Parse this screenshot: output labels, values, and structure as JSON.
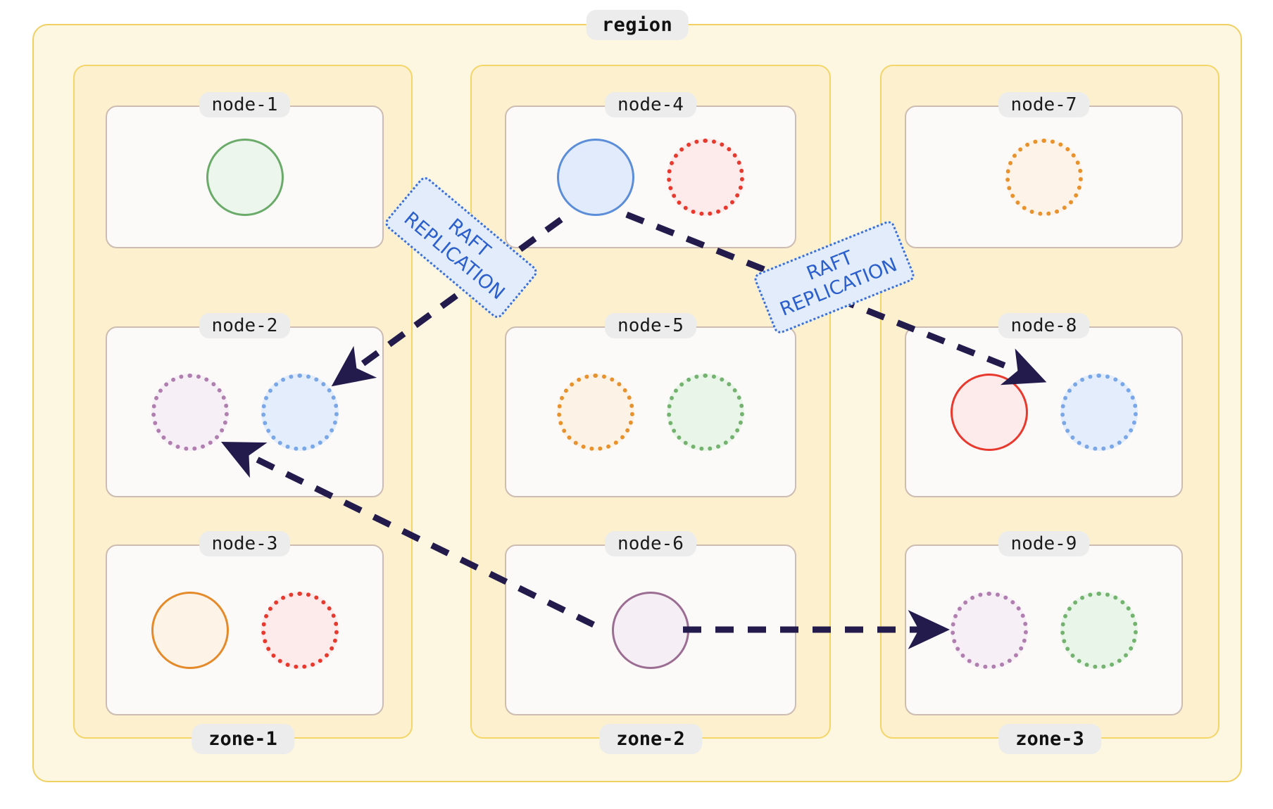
{
  "diagram": {
    "type": "topology",
    "region": {
      "label": "region",
      "fill": "#fdf6e0",
      "border": "#f0cf63"
    },
    "zone_fill": "#fcf0cf",
    "zone_border": "#f4d568",
    "node_fill": "#fbfaf9",
    "node_border": "#cdbcb2",
    "pill_fill": "#ececec",
    "edge_color": "#231b4b",
    "zones": [
      {
        "label": "zone-1",
        "nodes": [
          {
            "label": "node-1",
            "shards": [
              {
                "color": "#6aab6a",
                "fill": "#edf6ed",
                "style": "solid"
              }
            ]
          },
          {
            "label": "node-2",
            "shards": [
              {
                "color": "#b07fb0",
                "fill": "#f6eff6",
                "style": "dotted"
              },
              {
                "color": "#7aa7e8",
                "fill": "#e4edfb",
                "style": "dotted"
              }
            ]
          },
          {
            "label": "node-3",
            "shards": [
              {
                "color": "#e58a2a",
                "fill": "#fdf3e7",
                "style": "solid"
              },
              {
                "color": "#e8392e",
                "fill": "#fdeaea",
                "style": "dotted"
              }
            ]
          }
        ]
      },
      {
        "label": "zone-2",
        "nodes": [
          {
            "label": "node-4",
            "shards": [
              {
                "color": "#5b8dd9",
                "fill": "#e2ebfb",
                "style": "solid"
              },
              {
                "color": "#e8392e",
                "fill": "#fdeaea",
                "style": "dotted"
              }
            ]
          },
          {
            "label": "node-5",
            "shards": [
              {
                "color": "#e8922e",
                "fill": "#fdf2e6",
                "style": "dotted"
              },
              {
                "color": "#74b36f",
                "fill": "#eaf5e9",
                "style": "dotted"
              }
            ]
          },
          {
            "label": "node-6",
            "shards": [
              {
                "color": "#9c6d93",
                "fill": "#f5eef4",
                "style": "solid"
              }
            ]
          }
        ]
      },
      {
        "label": "zone-3",
        "nodes": [
          {
            "label": "node-7",
            "shards": [
              {
                "color": "#e8922e",
                "fill": "#fdf3e8",
                "style": "dotted"
              }
            ]
          },
          {
            "label": "node-8",
            "shards": [
              {
                "color": "#e8392e",
                "fill": "#fdeaea",
                "style": "solid"
              },
              {
                "color": "#7aa7e8",
                "fill": "#e4edfb",
                "style": "dotted"
              }
            ]
          },
          {
            "label": "node-9",
            "shards": [
              {
                "color": "#b07fb0",
                "fill": "#f7eff6",
                "style": "dotted"
              },
              {
                "color": "#74b36f",
                "fill": "#eaf5e9",
                "style": "dotted"
              }
            ]
          }
        ]
      }
    ],
    "edges": [
      {
        "label": "RAFT\nREPLICATION",
        "from": "node-4",
        "to": "node-2",
        "style": "dashed"
      },
      {
        "label": "RAFT\nREPLICATION",
        "from": "node-4",
        "to": "node-8",
        "style": "dashed"
      },
      {
        "label": "",
        "from": "node-6",
        "to": "node-2",
        "style": "dashed"
      },
      {
        "label": "",
        "from": "node-6",
        "to": "node-9",
        "style": "dashed"
      }
    ],
    "edge_labels": [
      {
        "line1": "RAFT",
        "line2": "REPLICATION"
      },
      {
        "line1": "RAFT",
        "line2": "REPLICATION"
      }
    ]
  }
}
